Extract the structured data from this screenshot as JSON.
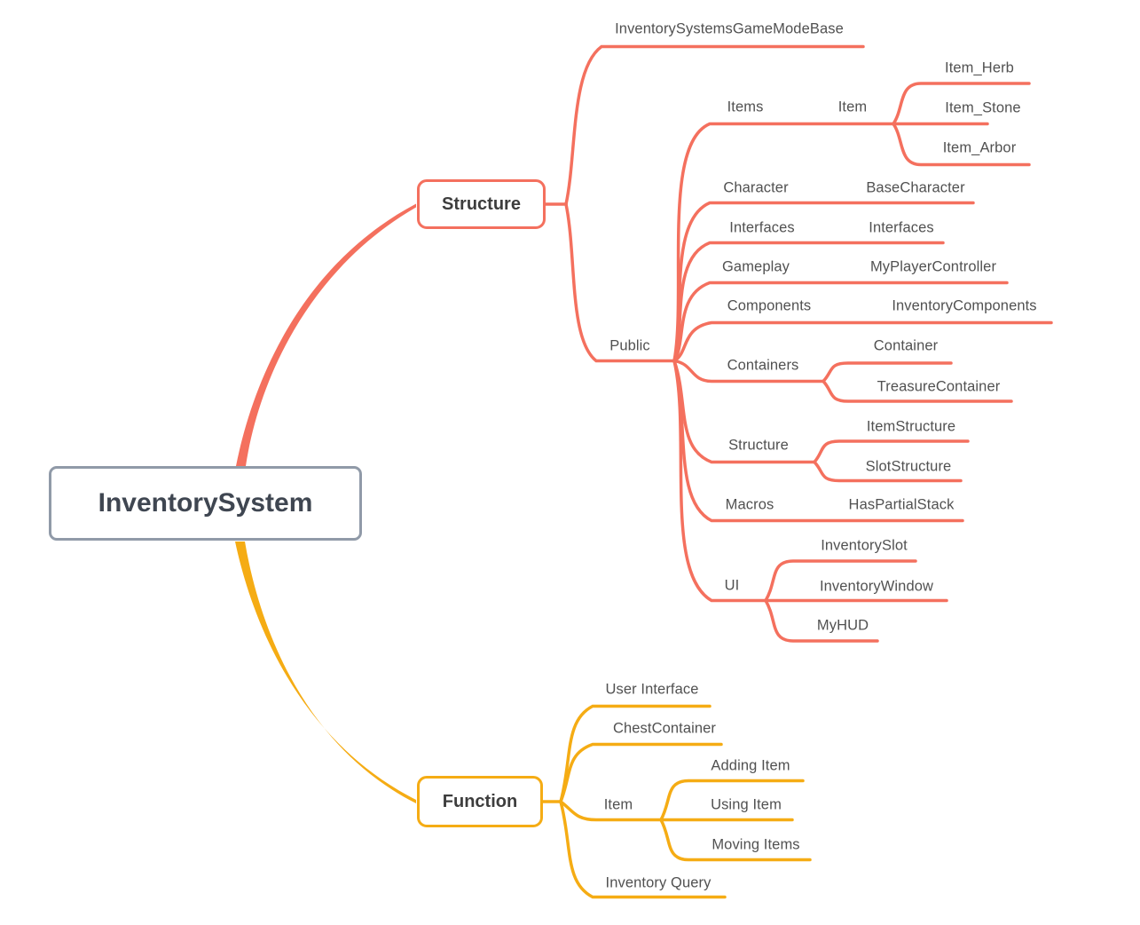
{
  "diagram": {
    "title": "InventorySystem mind map",
    "root": {
      "id": "inventory-system",
      "label": "InventorySystem",
      "border_color": "#909aa8"
    },
    "branches": [
      {
        "id": "structure",
        "label": "Structure",
        "color": "#f4705e",
        "children": [
          {
            "id": "game-mode-base",
            "label": "InventorySystemsGameModeBase"
          },
          {
            "id": "public",
            "label": "Public",
            "children": [
              {
                "id": "items",
                "label": "Items",
                "children": [
                  {
                    "id": "item",
                    "label": "Item",
                    "children": [
                      {
                        "id": "item-herb",
                        "label": "Item_Herb"
                      },
                      {
                        "id": "item-stone",
                        "label": "Item_Stone"
                      },
                      {
                        "id": "item-arbor",
                        "label": "Item_Arbor"
                      }
                    ]
                  }
                ]
              },
              {
                "id": "character",
                "label": "Character",
                "children": [
                  {
                    "id": "base-character",
                    "label": "BaseCharacter"
                  }
                ]
              },
              {
                "id": "interfaces",
                "label": "Interfaces",
                "children": [
                  {
                    "id": "interfaces-2",
                    "label": "Interfaces"
                  }
                ]
              },
              {
                "id": "gameplay",
                "label": "Gameplay",
                "children": [
                  {
                    "id": "my-player-controller",
                    "label": "MyPlayerController"
                  }
                ]
              },
              {
                "id": "components",
                "label": "Components",
                "children": [
                  {
                    "id": "inventory-components",
                    "label": "InventoryComponents"
                  }
                ]
              },
              {
                "id": "containers",
                "label": "Containers",
                "children": [
                  {
                    "id": "container",
                    "label": "Container"
                  },
                  {
                    "id": "treasure-container",
                    "label": "TreasureContainer"
                  }
                ]
              },
              {
                "id": "structure-sub",
                "label": "Structure",
                "children": [
                  {
                    "id": "item-structure",
                    "label": "ItemStructure"
                  },
                  {
                    "id": "slot-structure",
                    "label": "SlotStructure"
                  }
                ]
              },
              {
                "id": "macros",
                "label": "Macros",
                "children": [
                  {
                    "id": "has-partial-stack",
                    "label": "HasPartialStack"
                  }
                ]
              },
              {
                "id": "ui",
                "label": "UI",
                "children": [
                  {
                    "id": "inventory-slot",
                    "label": "InventorySlot"
                  },
                  {
                    "id": "inventory-window",
                    "label": "InventoryWindow"
                  },
                  {
                    "id": "my-hud",
                    "label": "MyHUD"
                  }
                ]
              }
            ]
          }
        ]
      },
      {
        "id": "function",
        "label": "Function",
        "color": "#f5ac14",
        "children": [
          {
            "id": "user-interface",
            "label": "User Interface"
          },
          {
            "id": "chest-container",
            "label": "ChestContainer"
          },
          {
            "id": "item-fn",
            "label": "Item",
            "children": [
              {
                "id": "adding-item",
                "label": "Adding Item"
              },
              {
                "id": "using-item",
                "label": "Using Item"
              },
              {
                "id": "moving-items",
                "label": "Moving Items"
              }
            ]
          },
          {
            "id": "inventory-query",
            "label": "Inventory Query"
          }
        ]
      }
    ]
  }
}
